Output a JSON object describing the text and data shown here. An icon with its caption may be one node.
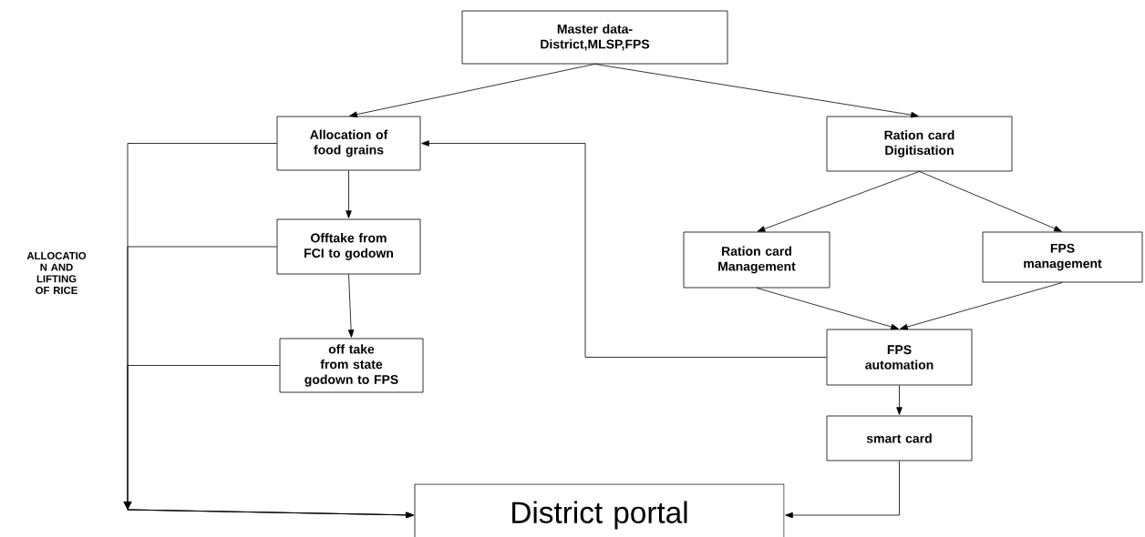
{
  "diagram": {
    "nodes": [
      {
        "text": [
          "Master data- District,MLSP,FPS"
        ]
      },
      {
        "text": [
          "Allocation of food grains"
        ]
      },
      {
        "text": [
          "Ration card Digitisation"
        ]
      },
      {
        "text": [
          "Offtake from FCI to godown"
        ]
      },
      {
        "text": [
          "Ration card Management"
        ]
      },
      {
        "text": [
          "FPS management"
        ]
      },
      {
        "text": [
          "off take from state godown to FPS"
        ]
      },
      {
        "text": [
          "FPS automation"
        ]
      },
      {
        "text": [
          "smart card"
        ]
      },
      {
        "text": [
          "District portal"
        ]
      }
    ],
    "edges": [
      {
        "from": 0,
        "to": 1,
        "arrow": "to"
      },
      {
        "from": 0,
        "to": 2,
        "arrow": "to"
      },
      {
        "from": 1,
        "to": 3,
        "arrow": "to"
      },
      {
        "from": 3,
        "to": 6,
        "arrow": "to"
      },
      {
        "from": 2,
        "to": 4,
        "arrow": "to"
      },
      {
        "from": 2,
        "to": 5,
        "arrow": "to"
      },
      {
        "from": 4,
        "to": 7,
        "arrow": "to"
      },
      {
        "from": 5,
        "to": 7,
        "arrow": "to"
      },
      {
        "from": 7,
        "to": 8,
        "arrow": "to"
      },
      {
        "from": 7,
        "to": 1,
        "arrow": "to"
      },
      {
        "from": 8,
        "to": 9,
        "arrow": "to"
      },
      {
        "from": 1,
        "to": 9,
        "arrow": "to"
      },
      {
        "from": 3,
        "to": 9,
        "arrow": "to"
      },
      {
        "from": 6,
        "to": 9,
        "arrow": "to"
      }
    ],
    "labels": [
      "ALLOCATIO N AND LIFTING OF RICE"
    ]
  }
}
